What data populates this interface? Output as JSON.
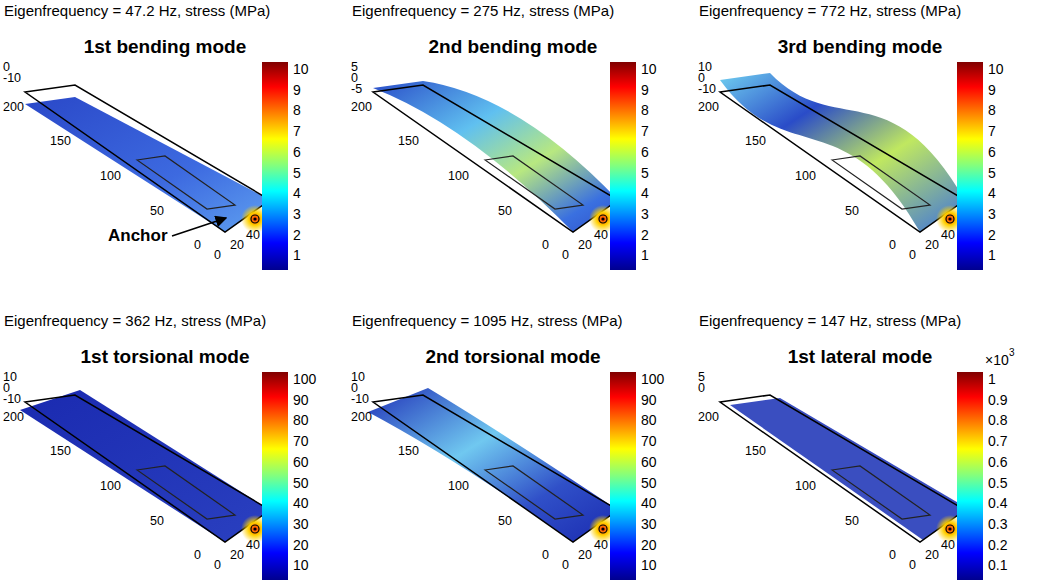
{
  "diagram": {
    "labels": [
      "Eigenfrequency = 47.2 Hz, stress (MPa)",
      "1st bending mode",
      "10",
      "9",
      "8",
      "7",
      "6",
      "5",
      "4",
      "3",
      "2",
      "1",
      "0",
      "-10",
      "200",
      "150",
      "100",
      "50",
      "0",
      "0",
      "20",
      "40",
      "Anchor",
      "Eigenfrequency = 275 Hz, stress (MPa)",
      "2nd bending mode",
      "10",
      "9",
      "8",
      "7",
      "6",
      "5",
      "4",
      "3",
      "2",
      "1",
      "5",
      "0",
      "-5",
      "200",
      "150",
      "100",
      "50",
      "0",
      "0",
      "20",
      "40",
      "Eigenfrequency = 772 Hz, stress (MPa)",
      "3rd bending mode",
      "10",
      "9",
      "8",
      "7",
      "6",
      "5",
      "4",
      "3",
      "2",
      "1",
      "10",
      "0",
      "-10",
      "200",
      "150",
      "100",
      "50",
      "0",
      "0",
      "20",
      "40",
      "Eigenfrequency = 362 Hz, stress (MPa)",
      "1st torsional mode",
      "100",
      "90",
      "80",
      "70",
      "60",
      "50",
      "40",
      "30",
      "20",
      "10",
      "10",
      "0",
      "-10",
      "200",
      "150",
      "100",
      "50",
      "0",
      "0",
      "20",
      "40",
      "Eigenfrequency = 1095 Hz, stress (MPa)",
      "2nd torsional mode",
      "100",
      "90",
      "80",
      "70",
      "60",
      "50",
      "40",
      "30",
      "20",
      "10",
      "10",
      "0",
      "-10",
      "200",
      "150",
      "100",
      "50",
      "0",
      "0",
      "20",
      "40",
      "Eigenfrequency = 147 Hz, stress (MPa)",
      "1st lateral mode",
      "1",
      "0.9",
      "0.8",
      "0.7",
      "0.6",
      "0.5",
      "0.4",
      "0.3",
      "0.2",
      "0.1",
      "×10",
      "3",
      "5",
      "0",
      "200",
      "150",
      "100",
      "50",
      "0",
      "0",
      "20",
      "40"
    ]
  }
}
